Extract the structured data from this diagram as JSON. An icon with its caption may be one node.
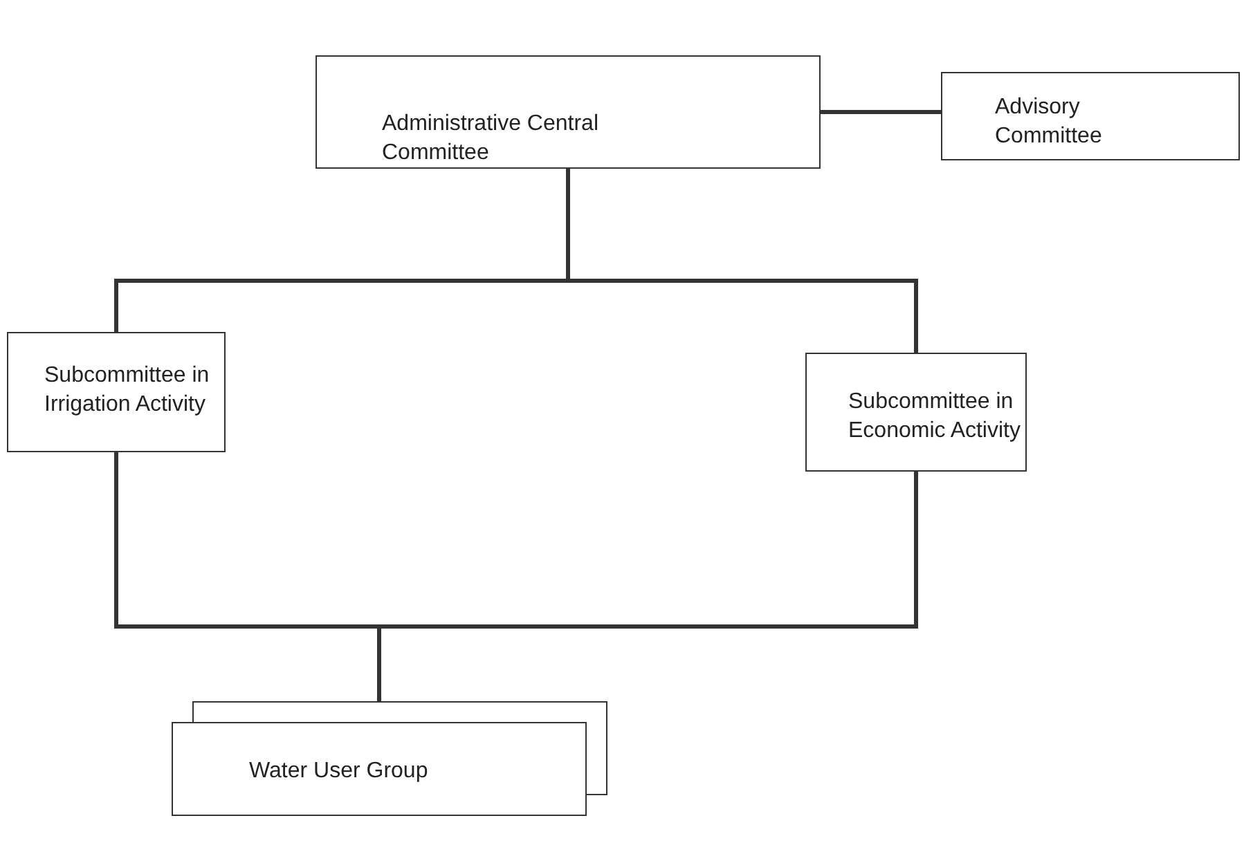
{
  "diagram": {
    "nodes": [
      {
        "text": [
          "Administrative Central Committee"
        ]
      },
      {
        "text": [
          "Advisory Committee"
        ]
      },
      {
        "text": [
          "Subcommittee in Irrigation Activity"
        ]
      },
      {
        "text": [
          "Subcommittee in Economic Activity"
        ]
      },
      {
        "text": [
          "Water User Group"
        ]
      }
    ],
    "edges": [
      {
        "from": 0,
        "to": 1,
        "arrow": "none"
      },
      {
        "from": 0,
        "to": 2,
        "arrow": "none"
      },
      {
        "from": 0,
        "to": 3,
        "arrow": "none"
      },
      {
        "from": 2,
        "to": 4,
        "arrow": "none"
      },
      {
        "from": 3,
        "to": 4,
        "arrow": "none"
      }
    ]
  }
}
